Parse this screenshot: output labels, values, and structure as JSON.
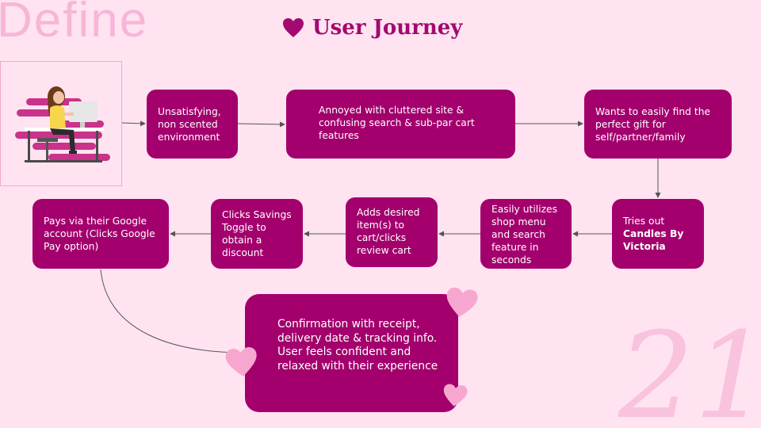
{
  "slide": {
    "section_label": "Define",
    "title": "User Journey",
    "page_number": "21"
  },
  "steps": [
    {
      "text": "Unsatisfying, non scented environment"
    },
    {
      "text": "Annoyed with cluttered site & confusing search & sub-par cart features"
    },
    {
      "text": "Wants to easily find the perfect gift for self/partner/family"
    },
    {
      "text_prefix": "Tries out",
      "text_bold": "Candles By Victoria"
    },
    {
      "text": "Easily utilizes shop menu and search feature in seconds"
    },
    {
      "text": "Adds desired item(s) to cart/clicks review cart"
    },
    {
      "text": "Clicks Savings Toggle to obtain a discount"
    },
    {
      "text": "Pays via their Google account (Clicks Google Pay option)"
    },
    {
      "text": "Confirmation with receipt, delivery date & tracking info. User feels confident and relaxed with their experience"
    }
  ],
  "icons": {
    "title_icon": "heart-icon",
    "illustration": "woman-at-computer-illustration",
    "decor": "heart-icon"
  },
  "colors": {
    "background": "#ffe3f1",
    "box": "#a3006d",
    "title": "#a3096f",
    "heart_title": "#a3096f",
    "heart_decor": "#f7a7cf",
    "faint_text": "#f7b6d6"
  }
}
